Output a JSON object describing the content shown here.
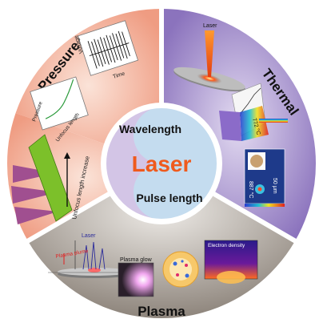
{
  "center": {
    "title": "Laser",
    "top_label": "Wavelength",
    "bottom_label": "Pulse length"
  },
  "sectors": {
    "pressure": {
      "title": "Pressure",
      "mini_chart_1": {
        "xlabel": "Time",
        "ylabel": "Voltage"
      },
      "mini_chart_2": {
        "xlabel": "Unfocus length",
        "ylabel": "Pressure"
      },
      "arrow_label": "Unfocus length increase"
    },
    "thermal": {
      "title": "Thermal",
      "laser_label": "Laser",
      "temp_label": "772 °C",
      "temp_label_2": "887 °C",
      "scale_label": "50 μm"
    },
    "plasma": {
      "title": "Plasma",
      "laser_label": "Laser",
      "plume_label": "Plasma plume",
      "glow_label": "Plasma glow",
      "density_label": "Electron density"
    }
  },
  "colors": {
    "pressure_bg": "#f3c3b2",
    "thermal_bg": "#b8a7d6",
    "plasma_bg": "#b5aca3",
    "center_top": "#d3c5e6",
    "center_bottom": "#c4dcef",
    "laser_title": "#ef5a1d"
  }
}
